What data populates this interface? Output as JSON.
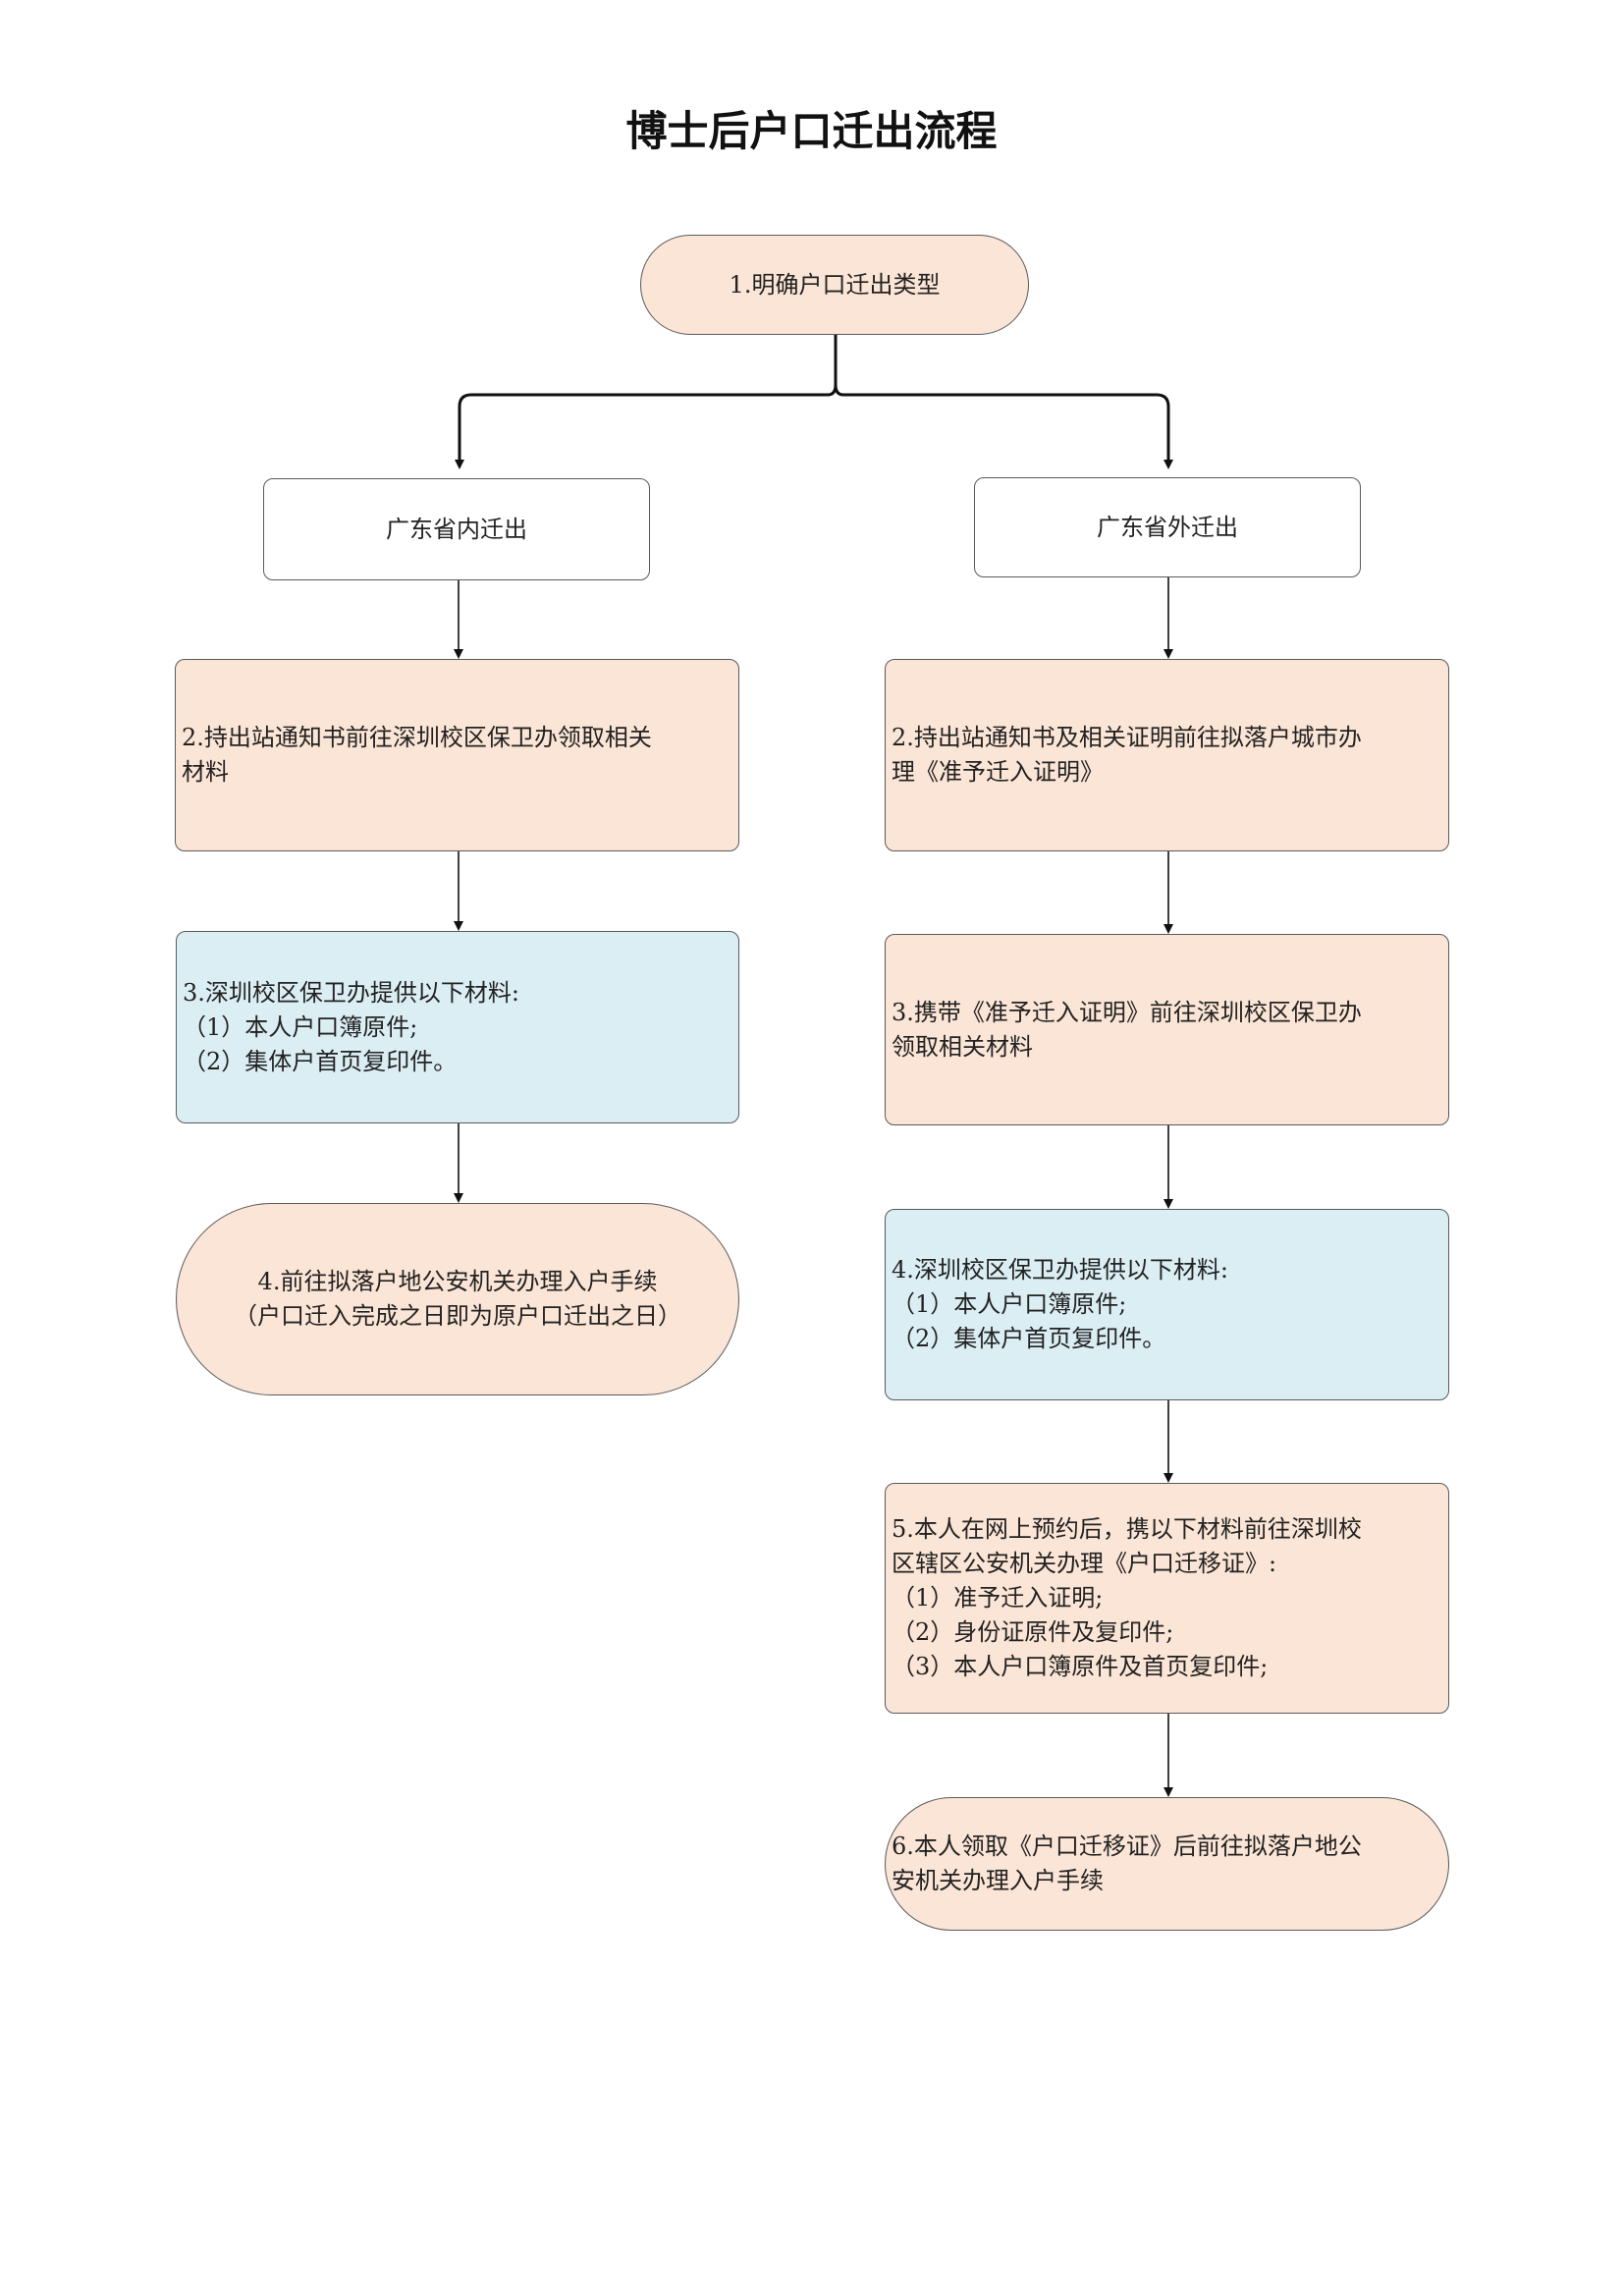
{
  "title": "博士后户口迁出流程",
  "nodes": {
    "start": "1.明确户口迁出类型",
    "branch_left": "广东省内迁出",
    "branch_right": "广东省外迁出",
    "left_step2": [
      "2.持出站通知书前往深圳校区保卫办领取相关",
      "材料"
    ],
    "left_step3": [
      "3.深圳校区保卫办提供以下材料:",
      "（1）本人户口簿原件;",
      "（2）集体户首页复印件。"
    ],
    "left_step4": [
      "4.前往拟落户地公安机关办理入户手续",
      "（户口迁入完成之日即为原户口迁出之日）"
    ],
    "right_step2": [
      "2.持出站通知书及相关证明前往拟落户城市办",
      "理《准予迁入证明》"
    ],
    "right_step3": [
      "3.携带《准予迁入证明》前往深圳校区保卫办",
      "领取相关材料"
    ],
    "right_step4": [
      "4.深圳校区保卫办提供以下材料:",
      "（1）本人户口簿原件;",
      "（2）集体户首页复印件。"
    ],
    "right_step5": [
      "5.本人在网上预约后，携以下材料前往深圳校",
      "区辖区公安机关办理《户口迁移证》:",
      "（1）准予迁入证明;",
      "（2）身份证原件及复印件;",
      "（3）本人户口簿原件及首页复印件;"
    ],
    "right_step6": [
      "6.本人领取《户口迁移证》后前往拟落户地公",
      "安机关办理入户手续"
    ]
  },
  "colors": {
    "peach": "#fbe5d6",
    "blue": "#dbeef4",
    "white": "#ffffff",
    "border": "#5a5a5a",
    "arrow": "#111111"
  }
}
